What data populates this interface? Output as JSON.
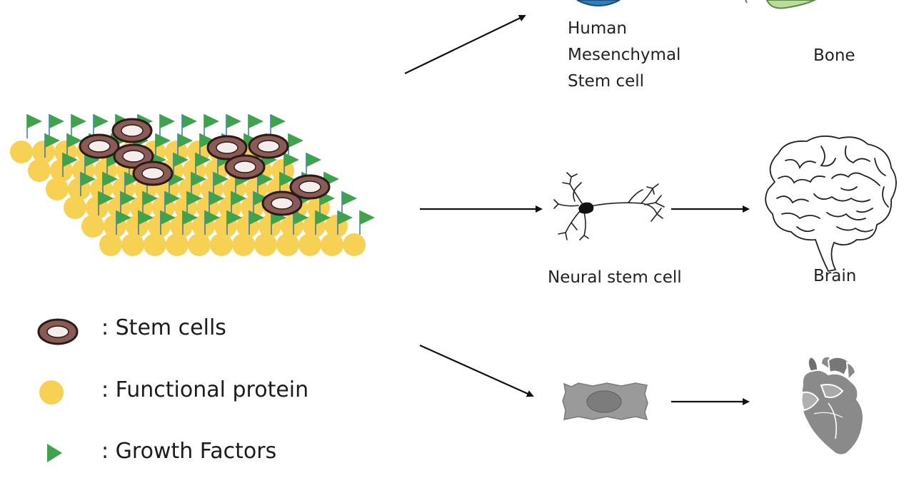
{
  "colors": {
    "protein": "#F7D154",
    "protein_stroke": "#E8BE3A",
    "growth_factor": "#3FA34D",
    "growth_factor_stem": "#2C6FA8",
    "stem_cell_outer": "#8A5A55",
    "stem_cell_stroke": "#2a1a18",
    "stem_cell_inner": "#F4EDEB",
    "arrow": "#111111",
    "fibroblast": "#9a9a9a",
    "heart": "#8c8c8c"
  },
  "labels": {
    "msc_line1": "Human",
    "msc_line2": "Mesenchymal",
    "msc_line3": "Stem cell",
    "bone": "Bone",
    "neural_stem_cell": "Neural stem cell",
    "brain": "Brain"
  },
  "legend": [
    {
      "icon": "stem-cell-icon",
      "label": ": Stem cells"
    },
    {
      "icon": "protein-icon",
      "label": ": Functional protein"
    },
    {
      "icon": "growth-factor-icon",
      "label": ": Growth Factors"
    }
  ]
}
